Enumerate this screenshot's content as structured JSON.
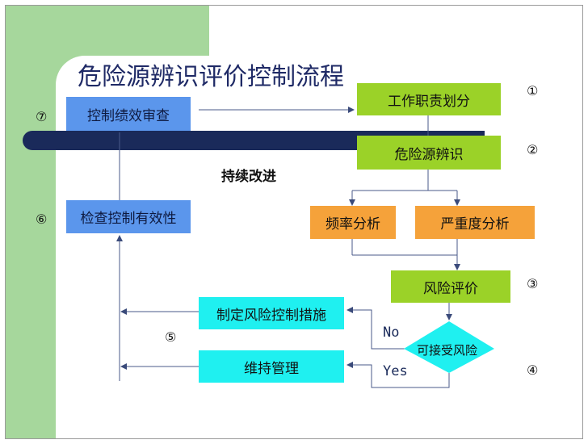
{
  "title": "危险源辨识评价控制流程",
  "improve_label": "持续改进",
  "boxes": {
    "job_duties": "工作职责划分",
    "hazard_id": "危险源辨识",
    "freq_analysis": "频率分析",
    "severity_analysis": "严重度分析",
    "risk_eval": "风险评价",
    "decision": "可接受风险",
    "control_measures": "制定风险控制措施",
    "maintain": "维持管理",
    "check_effect": "检查控制有效性",
    "performance_review": "控制绩效审查"
  },
  "branch": {
    "no": "No",
    "yes": "Yes"
  },
  "steps": {
    "s1": "①",
    "s2": "②",
    "s3": "③",
    "s4": "④",
    "s5": "⑤",
    "s6": "⑥",
    "s7": "⑦"
  },
  "colors": {
    "green": "#9bd228",
    "blue": "#5b96ec",
    "orange": "#f5a23a",
    "cyan": "#1ff0f0",
    "band": "#1a2a5a",
    "bg_green": "#a6d79c"
  }
}
